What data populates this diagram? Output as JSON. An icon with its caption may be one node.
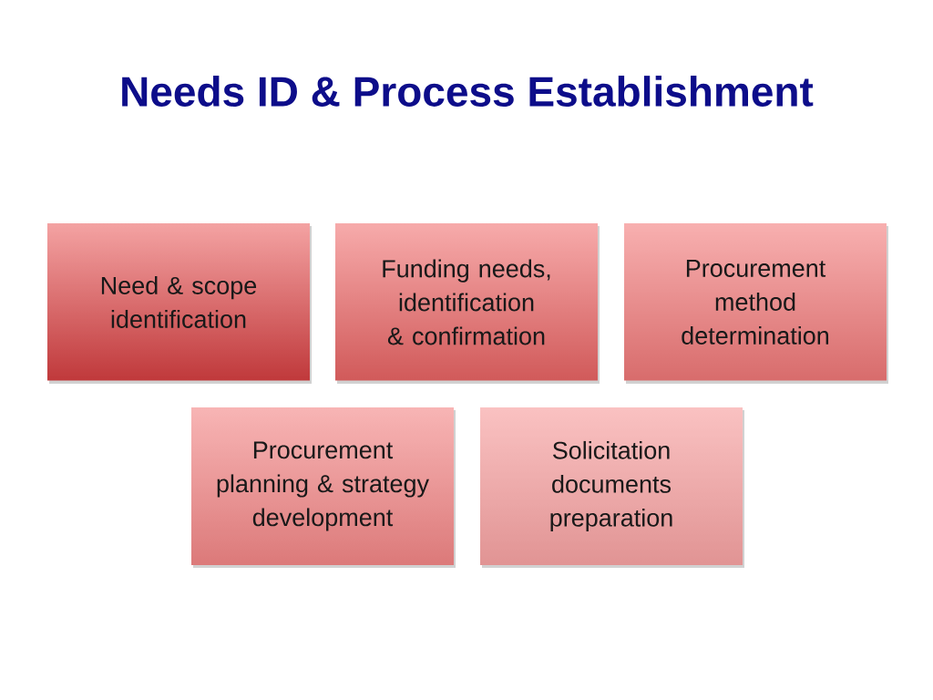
{
  "diagram": {
    "title": "Needs ID & Process Establishment",
    "nodes": [
      {
        "text": [
          "Need & scope identification"
        ]
      },
      {
        "text": [
          "Funding needs, identification & confirmation"
        ]
      },
      {
        "text": [
          "Procurement method determination"
        ]
      },
      {
        "text": [
          "Procurement planning & strategy development"
        ]
      },
      {
        "text": [
          "Solicitation documents preparation"
        ]
      }
    ]
  }
}
